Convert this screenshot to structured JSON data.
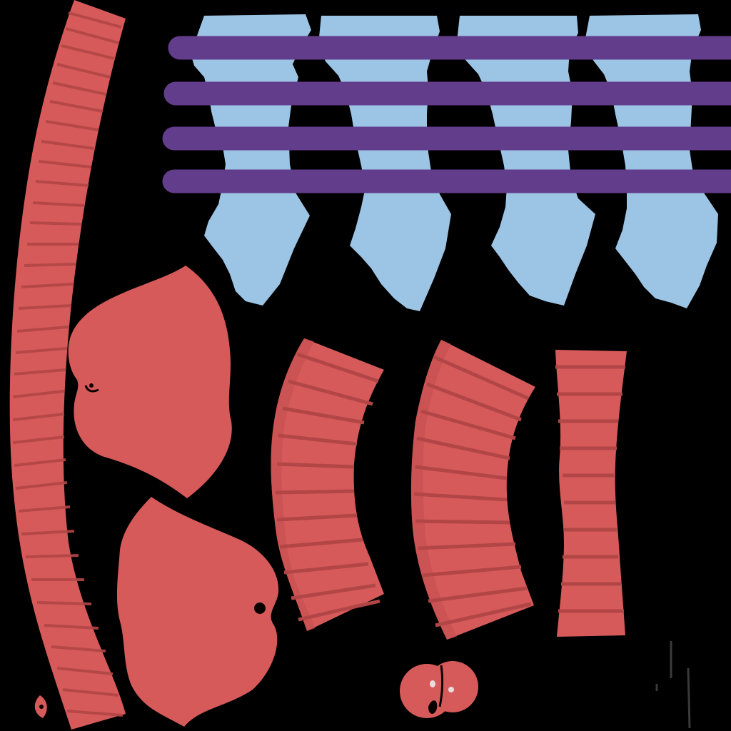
{
  "texture_atlas": {
    "background": "#000000",
    "colors": {
      "fabric_red": "#d65a5a",
      "fabric_red_dark": "#b24646",
      "sleeve_blue": "#9cc4e4",
      "band_purple": "#623d8b",
      "dot_black": "#0a0000",
      "pom_highlight": "#e8dede"
    },
    "pieces": [
      "long-ribbed-strip",
      "light-blue-sleeve-panels",
      "purple-bands",
      "top-cap-panel",
      "bottom-cap-panel",
      "ribbed-cuff-left",
      "ribbed-cuff-middle",
      "ribbed-cuff-right",
      "pom-pom",
      "small-button",
      "thin-threads"
    ]
  }
}
